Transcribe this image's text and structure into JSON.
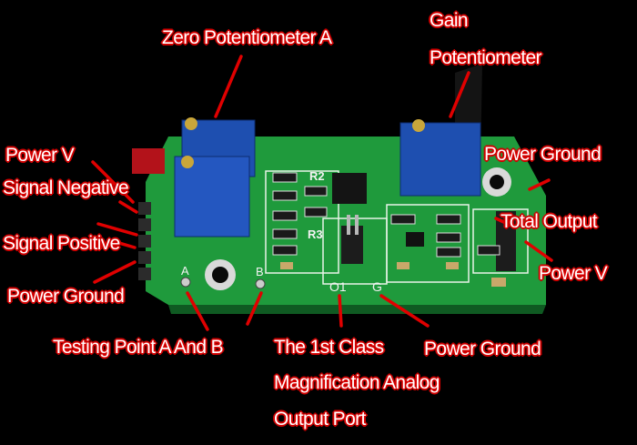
{
  "labels": {
    "zero_pot": "Zero Potentiometer A",
    "gain_pot_line1": "Gain",
    "gain_pot_line2": "Potentiometer",
    "power_v_left": "Power V",
    "signal_negative": "Signal Negative",
    "signal_positive": "Signal Positive",
    "power_ground_left": "Power Ground",
    "power_ground_right_top": "Power Ground",
    "total_output": "Total Output",
    "power_v_right": "Power V",
    "testing_point": "Testing Point A And B",
    "first_class_line1": "The 1st Class",
    "first_class_line2": "Magnification Analog",
    "first_class_line3": "Output Port",
    "power_ground_bottom": "Power Ground"
  },
  "board_silkscreen": {
    "r2": "R2",
    "r3": "R3",
    "pin_a": "A",
    "pin_b": "B",
    "pin_o1": "O1",
    "pin_g": "G"
  },
  "colors": {
    "background": "#000000",
    "pcb": "#1f9a3c",
    "label_outline": "#cc0000",
    "pointer_line": "#e00000",
    "potentiometer": "#1e4fb0"
  }
}
